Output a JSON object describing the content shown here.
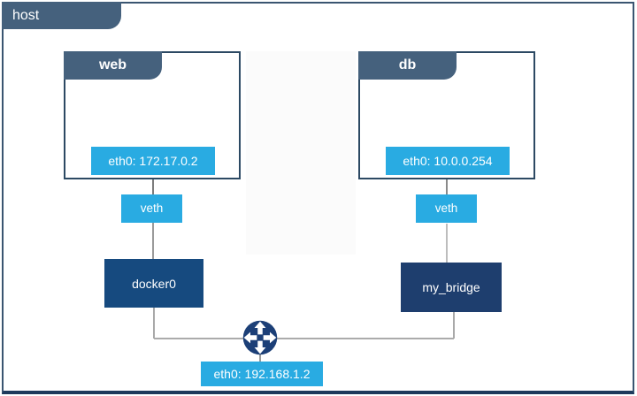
{
  "host": {
    "label": "host",
    "interface_chip": "eth0: 192.168.1.2"
  },
  "containers": [
    {
      "name": "web",
      "interface_chip": "eth0: 172.17.0.2",
      "veth_label": "veth",
      "bridge_label": "docker0"
    },
    {
      "name": "db",
      "interface_chip": "eth0: 10.0.0.254",
      "veth_label": "veth",
      "bridge_label": "my_bridge"
    }
  ],
  "icons": {
    "router": "crossed-arrows-router-icon"
  },
  "colors": {
    "slate_header": "#45617D",
    "host_border": "#3A5571",
    "host_border_bottom": "#1E3A5C",
    "container_border": "#2C4963",
    "accent_blue": "#29ABE2",
    "docker0_fill": "#164A7F",
    "my_bridge_fill": "#1E3E6E",
    "router_fill": "#1C3F77",
    "connector_gray": "#9B9B9B"
  }
}
